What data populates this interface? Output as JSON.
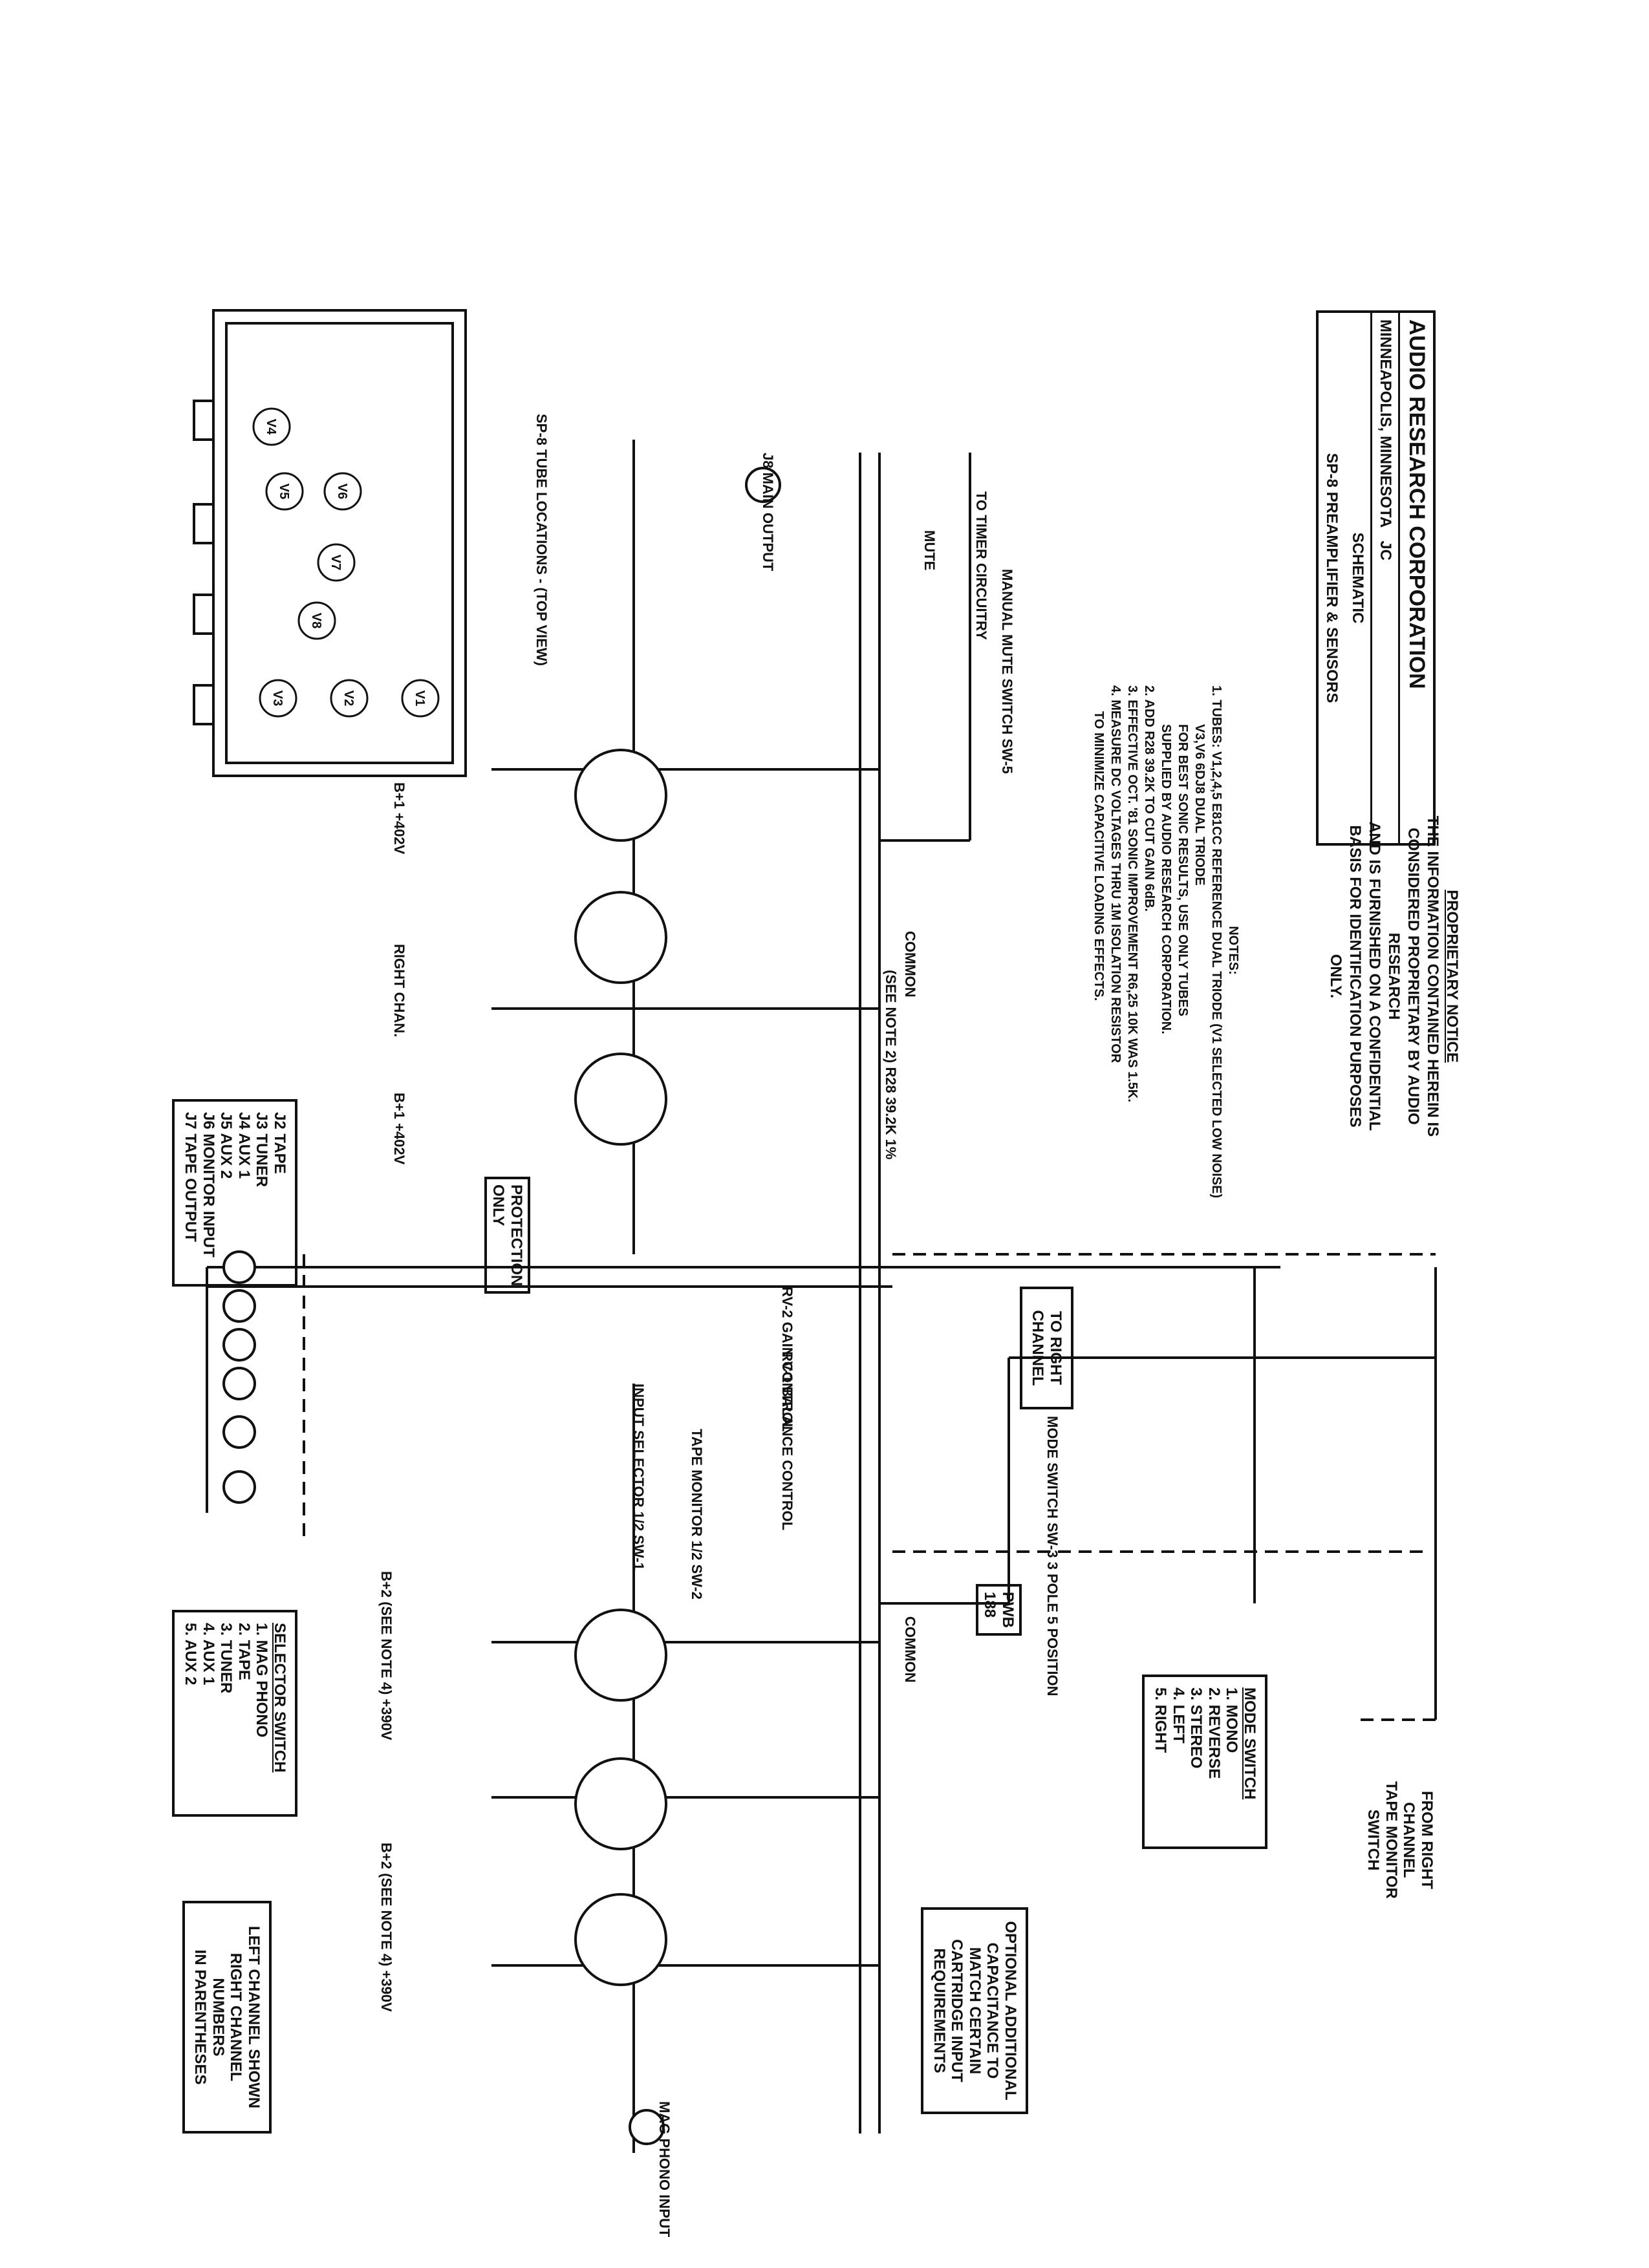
{
  "title_block": {
    "company": "AUDIO RESEARCH CORPORATION",
    "city": "MINNEAPOLIS, MINNESOTA",
    "title_line1": "SCHEMATIC",
    "title_line2": "SP-8 PREAMPLIFIER & SENSORS",
    "drawn_by": "JC"
  },
  "proprietary": {
    "heading": "PROPRIETARY NOTICE",
    "lines": [
      "THE INFORMATION CONTAINED HEREIN IS",
      "CONSIDERED PROPRIETARY BY AUDIO RESEARCH",
      "AND IS FURNISHED ON A CONFIDENTIAL",
      "BASIS FOR IDENTIFICATION PURPOSES ONLY."
    ]
  },
  "notes": {
    "heading": "NOTES:",
    "lines": [
      "1. TUBES: V1,2,4,5 E81CC REFERENCE DUAL TRIODE (V1 SELECTED LOW NOISE)",
      "V3,V6 6DJ8 DUAL TRIODE",
      "FOR BEST SONIC RESULTS, USE ONLY TUBES",
      "SUPPLIED BY AUDIO RESEARCH CORPORATION.",
      "2. ADD R28 39.2K TO CUT GAIN 6dB.",
      "3. EFFECTIVE OCT. '81 SONIC IMPROVEMENT R6,25 10K WAS 1.5K.",
      "4. MEASURE DC VOLTAGES THRU 1M ISOLATION RESISTOR",
      "TO MINIMIZE CAPACITIVE LOADING EFFECTS."
    ]
  },
  "tube_locations": {
    "caption": "SP-8 TUBE LOCATIONS - (TOP VIEW)",
    "tubes": [
      "V4",
      "V5",
      "V6",
      "V7",
      "V8",
      "V3",
      "V2",
      "V1"
    ]
  },
  "jack_legend": [
    "J2 TAPE",
    "J3 TUNER",
    "J4 AUX 1",
    "J5 AUX 2",
    "J6 MONITOR INPUT",
    "J7 TAPE OUTPUT"
  ],
  "selector_switch": {
    "heading": "SELECTOR SWITCH",
    "items": [
      "1. MAG PHONO",
      "2. TAPE",
      "3. TUNER",
      "4. AUX 1",
      "5. AUX 2"
    ]
  },
  "mode_switch": {
    "heading": "MODE SWITCH",
    "items": [
      "1. MONO",
      "2. REVERSE",
      "3. STEREO",
      "4. LEFT",
      "5. RIGHT"
    ]
  },
  "left_channel_note": [
    "LEFT CHANNEL SHOWN",
    "RIGHT CHANNEL NUMBERS",
    "IN PARENTHESES"
  ],
  "optional_cap_note": [
    "OPTIONAL ADDITIONAL",
    "CAPACITANCE TO",
    "MATCH CERTAIN",
    "CARTRIDGE INPUT",
    "REQUIREMENTS"
  ],
  "from_right": [
    "FROM RIGHT",
    "CHANNEL",
    "TAPE MONITOR",
    "SWITCH"
  ],
  "to_right": [
    "TO RIGHT",
    "CHANNEL"
  ],
  "labels": {
    "mag_phono": "MAG PHONO INPUT",
    "common": "COMMON",
    "b_plus_1": "B+1 +402V",
    "b_plus_2": "B+2 (SEE NOTE 4) +390V",
    "right_chan": "RIGHT CHAN.",
    "main_output": "J8 MAIN OUTPUT",
    "mute": "MUTE",
    "timer": "TO TIMER CIRCUITRY",
    "manual_mute": "MANUAL MUTE SWITCH SW-5",
    "input_selector": "INPUT SELECTOR 1/2 SW-1",
    "tape_monitor": "TAPE MONITOR 1/2 SW-2",
    "balance": "RV-1 BALANCE CONTROL",
    "gain": "RV-2 GAIN CONTROL",
    "mode_sw": "MODE SWITCH SW-3 3 POLE 5 POSITION",
    "protection": "PROTECTION ONLY",
    "pwb": "PWB 188",
    "see_note_2": "(SEE NOTE 2) R28 39.2K 1%"
  }
}
